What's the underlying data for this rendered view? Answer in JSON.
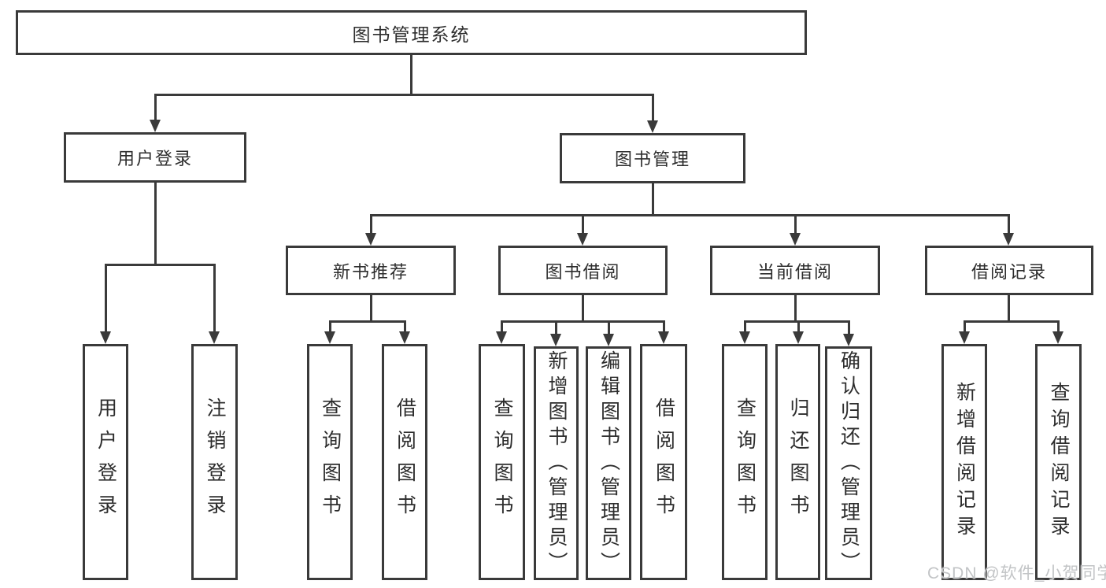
{
  "diagram": {
    "root": {
      "label": "图书管理系统"
    },
    "branches": [
      {
        "label": "用户登录",
        "children": [
          {
            "label": "用户登录"
          },
          {
            "label": "注销登录"
          }
        ]
      },
      {
        "label": "图书管理",
        "children": [
          {
            "label": "新书推荐",
            "children": [
              {
                "label": "查询图书"
              },
              {
                "label": "借阅图书"
              }
            ]
          },
          {
            "label": "图书借阅",
            "children": [
              {
                "label": "查询图书"
              },
              {
                "label": "新增图书（管理员）"
              },
              {
                "label": "编辑图书（管理员）"
              },
              {
                "label": "借阅图书"
              }
            ]
          },
          {
            "label": "当前借阅",
            "children": [
              {
                "label": "查询图书"
              },
              {
                "label": "归还图书"
              },
              {
                "label": "确认归还（管理员）"
              }
            ]
          },
          {
            "label": "借阅记录",
            "children": [
              {
                "label": "新增借阅记录"
              },
              {
                "label": "查询借阅记录"
              }
            ]
          }
        ]
      }
    ],
    "watermark": "CSDN @软件_小贺同学",
    "colors": {
      "line": "#3a3a3a",
      "text": "#2d2d2d",
      "background": "#ffffff",
      "watermark": "#c2c4c6"
    }
  }
}
